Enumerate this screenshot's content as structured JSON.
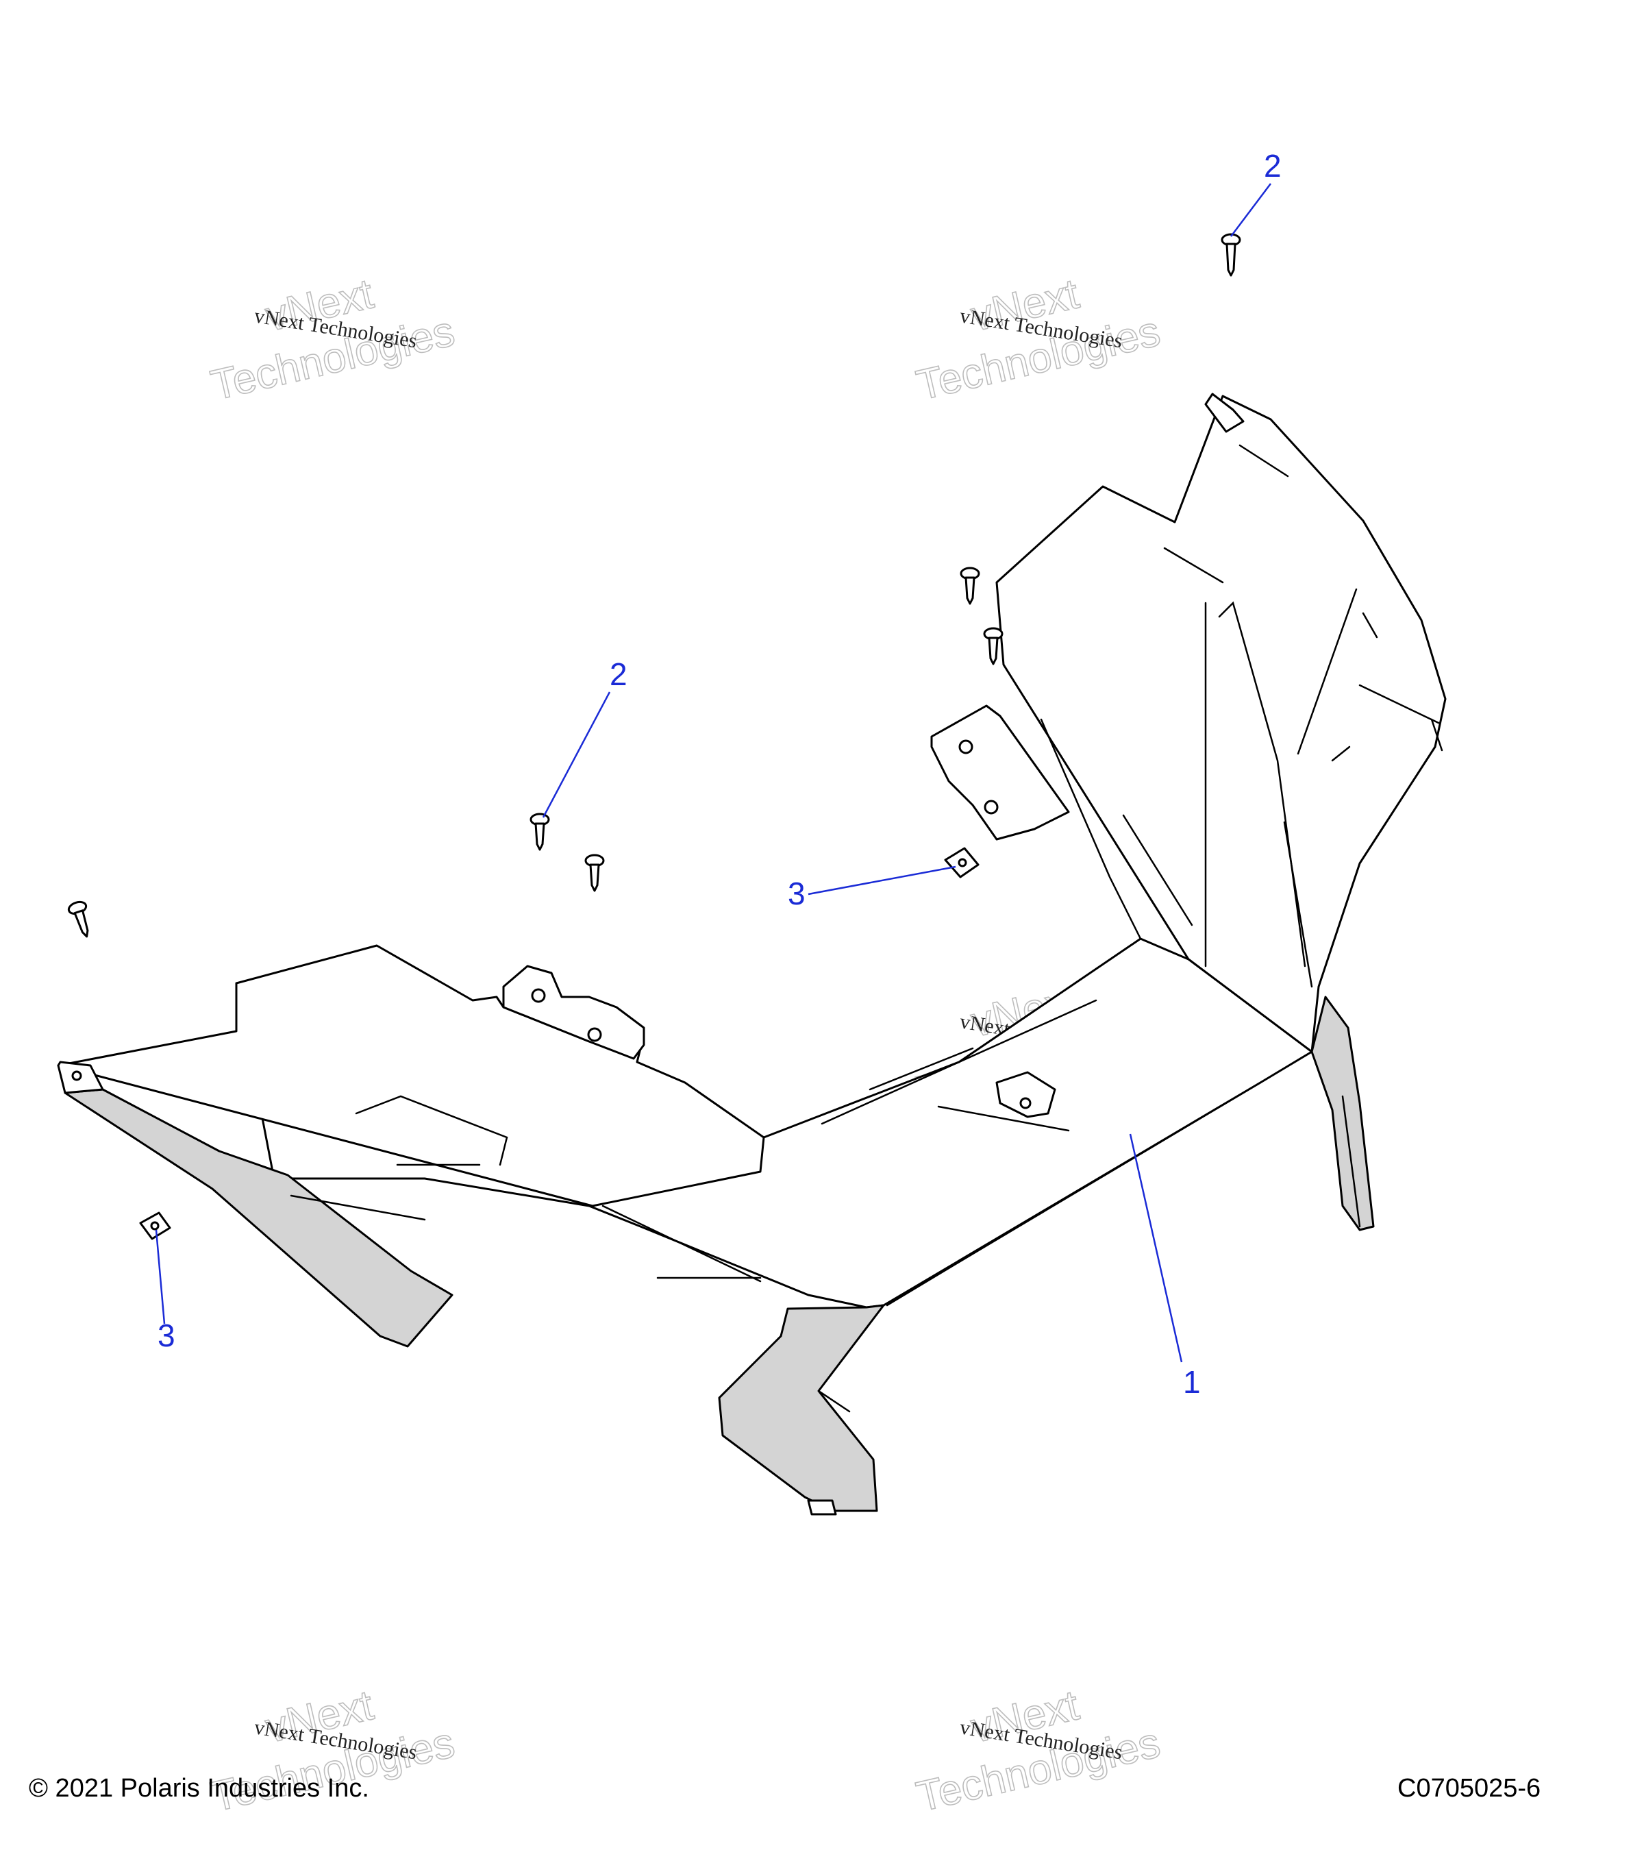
{
  "footer": {
    "copyright": "© 2021 Polaris Industries Inc.",
    "drawing_code": "C0705025-6"
  },
  "watermark": {
    "small": "vNext Technologies",
    "large_top": "vNext",
    "large_bottom": "Technologies"
  },
  "callouts": [
    {
      "id": "c1",
      "label": "1"
    },
    {
      "id": "c2a",
      "label": "2"
    },
    {
      "id": "c2b",
      "label": "2"
    },
    {
      "id": "c3a",
      "label": "3"
    },
    {
      "id": "c3b",
      "label": "3"
    }
  ],
  "colors": {
    "callout": "#1a2bd6",
    "line": "#000000",
    "shade": "#d4d4d4"
  }
}
